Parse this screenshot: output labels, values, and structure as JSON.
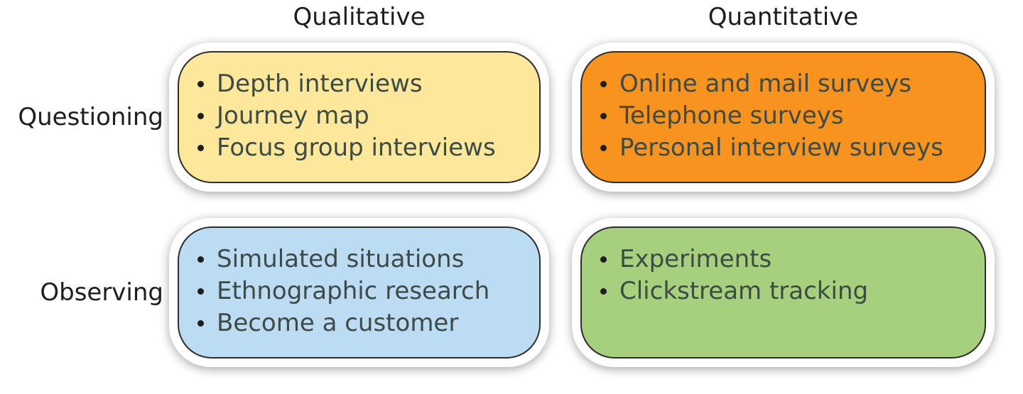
{
  "columns": {
    "qualitative": "Qualitative",
    "quantitative": "Quantitative"
  },
  "rows": {
    "questioning": "Questioning",
    "observing": "Observing"
  },
  "cells": {
    "questioning_qualitative": {
      "color": "#fde79a",
      "items": [
        "Depth interviews",
        "Journey map",
        "Focus group interviews"
      ]
    },
    "questioning_quantitative": {
      "color": "#f7931e",
      "items": [
        "Online and mail surveys",
        "Telephone surveys",
        "Personal interview surveys"
      ]
    },
    "observing_qualitative": {
      "color": "#bcdcf4",
      "items": [
        "Simulated situations",
        "Ethnographic research",
        "Become a customer"
      ]
    },
    "observing_quantitative": {
      "color": "#a7d07e",
      "items": [
        "Experiments",
        "Clickstream tracking"
      ]
    }
  }
}
